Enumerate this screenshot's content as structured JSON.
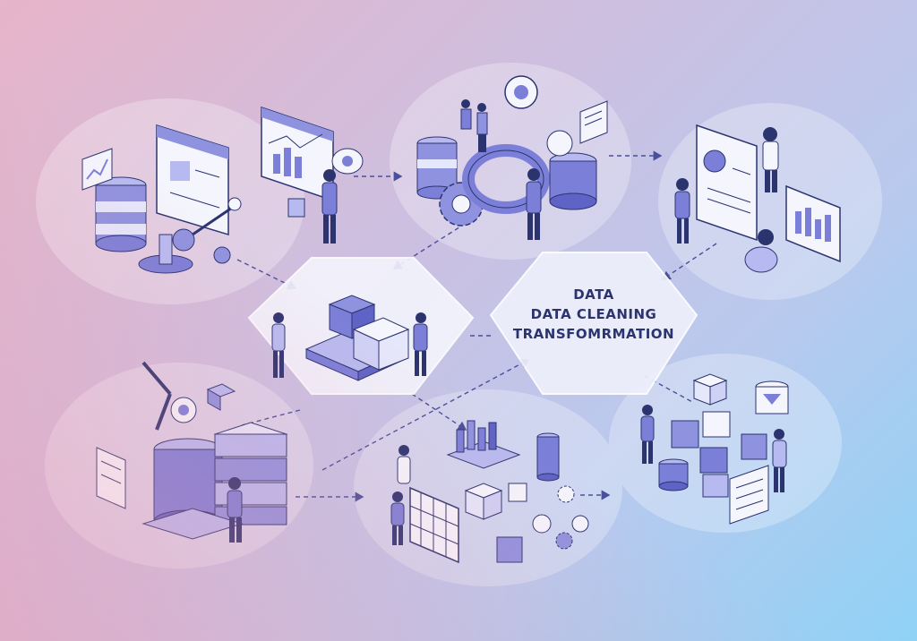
{
  "center_node": {
    "line1": "DATA",
    "line2": "DATA CLEANING",
    "line3": "TRANSFOMRMATION"
  },
  "colors": {
    "accent": "#7b7fd8",
    "accent_light": "#b7baf0",
    "ink": "#2c3470",
    "panel": "#eef0fb"
  },
  "icons": [
    "database-icon",
    "monitor-chart-icon",
    "gear-icon",
    "document-icon",
    "robot-arm-icon",
    "cube-icon",
    "person-icon",
    "pie-chart-icon",
    "grid-chart-icon"
  ]
}
